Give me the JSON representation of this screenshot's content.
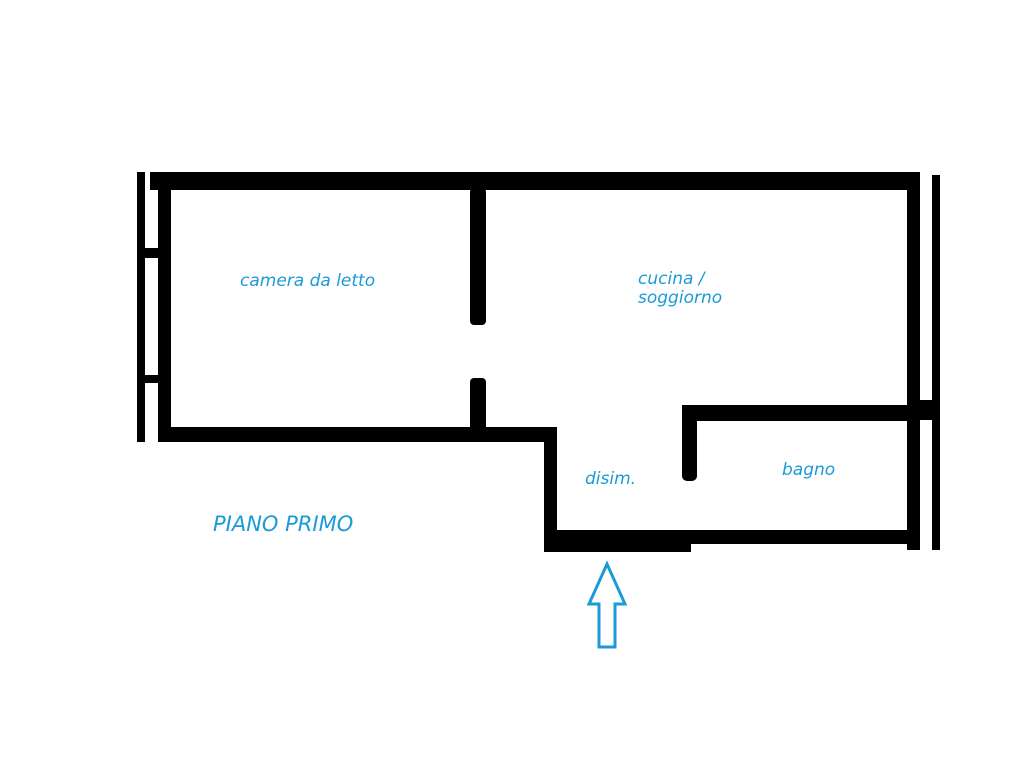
{
  "plan": {
    "title": "PIANO PRIMO",
    "rooms": [
      {
        "name": "camera da letto"
      },
      {
        "name": "cucina /\nsoggiorno"
      },
      {
        "name": "disim."
      },
      {
        "name": "bagno"
      }
    ],
    "entrance_arrow": "up-arrow",
    "colors": {
      "wall": "#000000",
      "label": "#1c9ad8"
    }
  }
}
